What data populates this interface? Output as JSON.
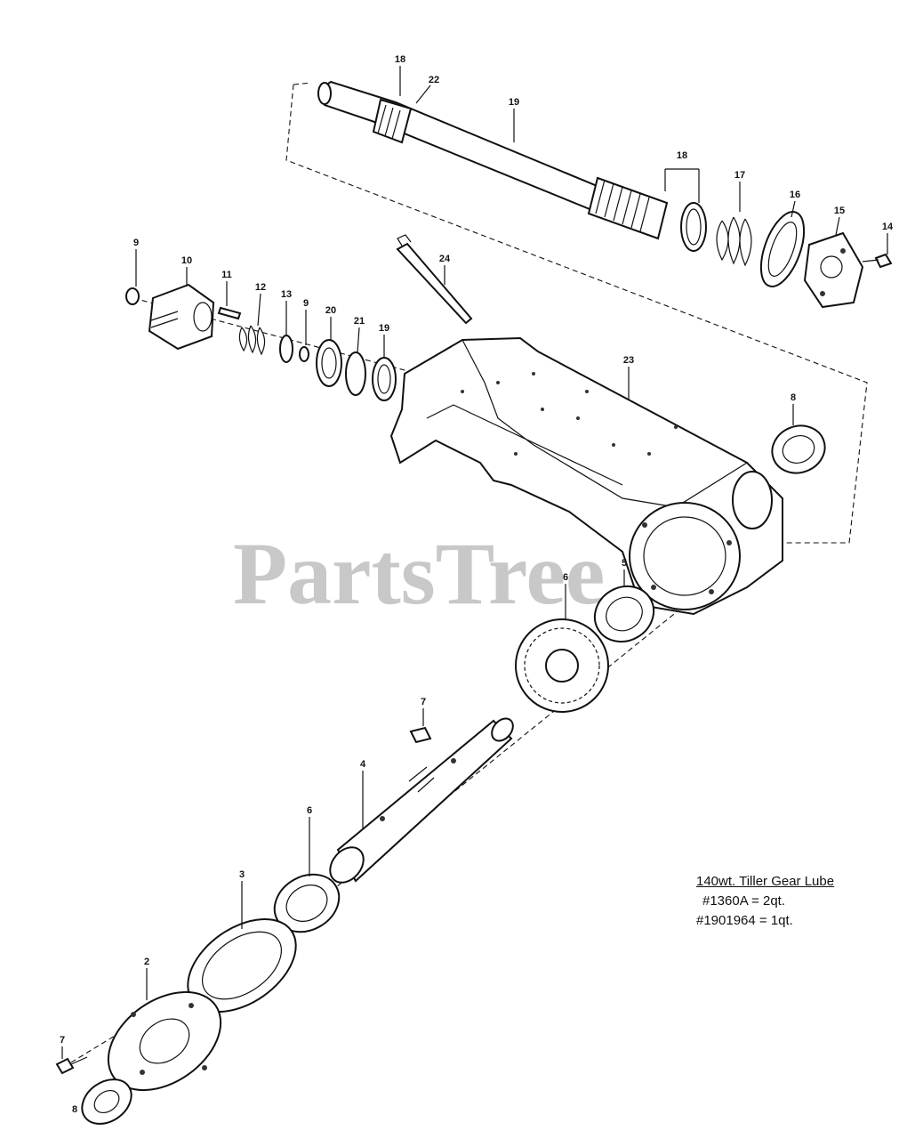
{
  "watermark": "PartsTree",
  "lube_note": {
    "title": "140wt. Tiller Gear Lube",
    "lines": [
      "#1360A = 2qt.",
      "#1901964 = 1qt."
    ]
  },
  "callouts": [
    "18",
    "22",
    "19",
    "18",
    "17",
    "16",
    "15",
    "14",
    "24",
    "9",
    "10",
    "11",
    "12",
    "13",
    "9",
    "20",
    "21",
    "19",
    "23",
    "8",
    "5",
    "6",
    "7",
    "4",
    "6",
    "3",
    "2",
    "7",
    "8"
  ]
}
